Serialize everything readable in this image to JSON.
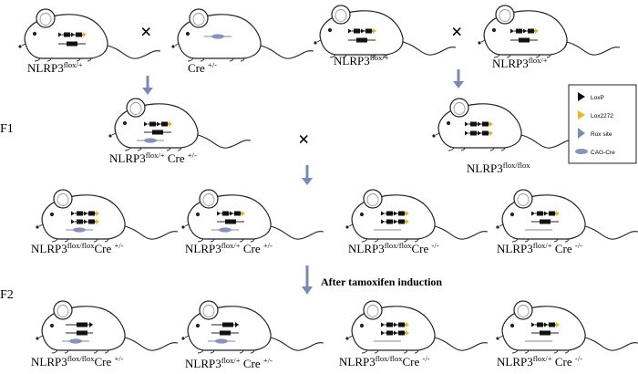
{
  "generations": {
    "f1": "F1",
    "f2": "F2"
  },
  "cross_symbol": "×",
  "parents": {
    "p1": {
      "base": "NLRP3",
      "sup": "flox/+"
    },
    "p2": {
      "base": "Cre ",
      "sup": "+/-"
    },
    "p3": {
      "base": "NLRP3",
      "sup": "flox/+"
    },
    "p4": {
      "base": "NLRP3",
      "sup": "flox/+"
    }
  },
  "f1_mice": {
    "m1": {
      "base1": "NLRP3",
      "sup1": "flox/+",
      "base2": " Cre ",
      "sup2": "+/-"
    },
    "m2": {
      "base1": "NLRP3",
      "sup1": "flox/flox"
    }
  },
  "f2_row1": [
    {
      "base1": "NLRP3",
      "sup1": "flox/flox",
      "base2": "Cre ",
      "sup2": "+/-"
    },
    {
      "base1": "NLRP3",
      "sup1": "flox/+",
      "base2": " Cre ",
      "sup2": "+/-"
    },
    {
      "base1": "NLRP3",
      "sup1": "flox/flox",
      "base2": "Cre ",
      "sup2": "-/-"
    },
    {
      "base1": "NLRP3",
      "sup1": "flox/+",
      "base2": " Cre ",
      "sup2": "-/-"
    }
  ],
  "f2_row2": [
    {
      "base1": "NLRP3",
      "sup1": "flox/flox",
      "base2": "Cre ",
      "sup2": "+/-"
    },
    {
      "base1": "NLRP3",
      "sup1": "flox/+",
      "base2": " Cre ",
      "sup2": "+/-"
    },
    {
      "base1": "NLRP3",
      "sup1": "flox/flox",
      "base2": "Cre ",
      "sup2": "-/-"
    },
    {
      "base1": "NLRP3",
      "sup1": "flox/+",
      "base2": " Cre ",
      "sup2": "-/-"
    }
  ],
  "induction_label": "After tamoxifen induction",
  "legend": {
    "loxp": "LoxP",
    "lox2272": "Lox2272",
    "rox": "Rox site",
    "cag_cre": "CAG-Cre"
  },
  "colors": {
    "arrow": "#7b89b6",
    "cre": "#8793bd",
    "lox2272": "#e7bb20",
    "rox": "#7b89b6",
    "outline": "#222222"
  }
}
